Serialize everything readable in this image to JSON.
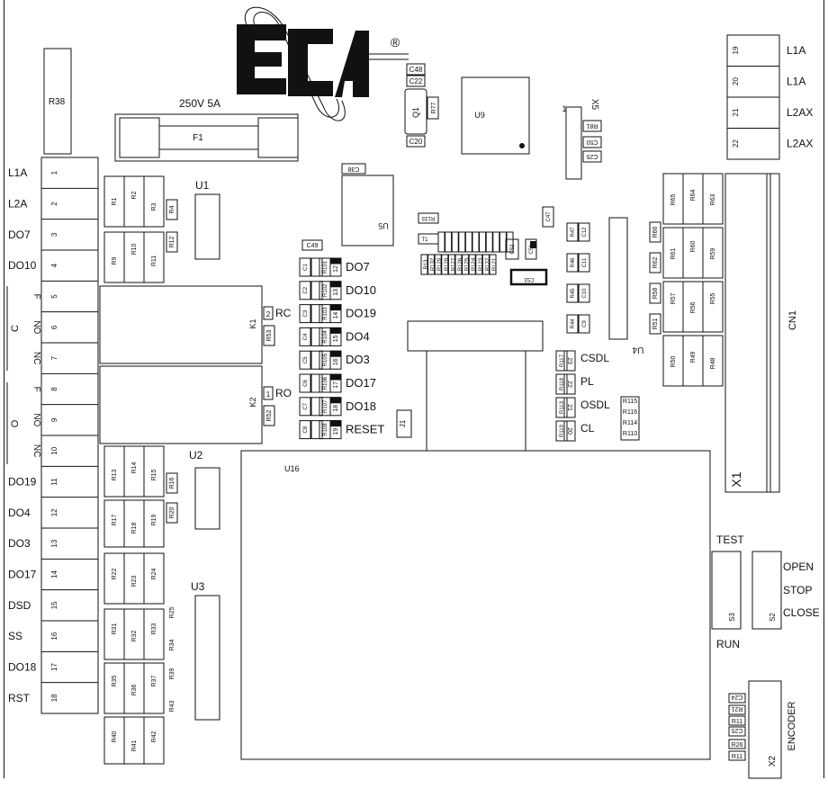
{
  "logo": {
    "text": "ECA",
    "registered": "®"
  },
  "fuse": {
    "label": "250V 5A",
    "ref": "F1"
  },
  "left_terminals": {
    "pins": [
      "1",
      "2",
      "3",
      "4",
      "5",
      "6",
      "7",
      "8",
      "9",
      "10",
      "11",
      "12",
      "13",
      "14",
      "15",
      "16",
      "17",
      "18"
    ],
    "labels": [
      "L1A",
      "L2A",
      "DO7",
      "DO10",
      "DO19",
      "DO4",
      "DO3",
      "DO17",
      "DSD",
      "SS",
      "DO18",
      "RST"
    ],
    "group_c": {
      "name": "C",
      "items": [
        "F",
        "NO",
        "NC"
      ]
    },
    "group_o": {
      "name": "O",
      "items": [
        "F",
        "NO",
        "NC"
      ]
    }
  },
  "top_right_terminals": {
    "pins": [
      "19",
      "20",
      "21",
      "22"
    ],
    "labels": [
      "L1A",
      "L1A",
      "L2AX",
      "L2AX"
    ]
  },
  "leds": [
    "DO7",
    "DO10",
    "DO19",
    "DO4",
    "DO3",
    "DO17",
    "DO18",
    "RESET"
  ],
  "led_refs": [
    "12",
    "13",
    "14",
    "15",
    "16",
    "17",
    "18",
    "19"
  ],
  "relay_labels": [
    "RC",
    "RO"
  ],
  "relay_refs": [
    "K1",
    "K2"
  ],
  "relay_pins": [
    "2",
    "1"
  ],
  "status_leds": [
    "CSDL",
    "PL",
    "OSDL",
    "CL"
  ],
  "status_refs": [
    "23",
    "22",
    "21",
    "20"
  ],
  "switches": {
    "test": "TEST",
    "run": "RUN",
    "open": "OPEN",
    "stop": "STOP",
    "close": "CLOSE",
    "s3": "S3",
    "s2": "S2"
  },
  "connectors": {
    "cn1": "CN1",
    "x1": "X1",
    "x2": "X2",
    "x5": "X5",
    "x5_pin": "1",
    "encoder": "ENCODER",
    "j1": "J1"
  },
  "ics": {
    "u1": "U1",
    "u2": "U2",
    "u3": "U3",
    "u4": "U4",
    "u5": "U5",
    "u9": "U9",
    "u16": "U16",
    "q1": "Q1"
  },
  "components": {
    "r38": "R38",
    "caps_top": [
      "C48",
      "C22",
      "C20",
      "C38",
      "C49"
    ],
    "r77": "R77",
    "x5_parts": [
      "R81",
      "C50",
      "C25"
    ],
    "resistor_bank": [
      "R13",
      "R132",
      "R129",
      "R128",
      "R127",
      "R126",
      "R125",
      "R124",
      "R123",
      "R122",
      "R121"
    ],
    "r133": "R133",
    "t1": "T1",
    "misc": [
      "C52",
      "C51",
      "C53",
      "C47",
      "R47",
      "C12",
      "R46",
      "C11",
      "R45",
      "C10",
      "R44",
      "C9"
    ],
    "left_pack_1": [
      "R1",
      "R2",
      "R3",
      "R4",
      "R9",
      "R10",
      "R11",
      "R12"
    ],
    "left_pack_2": [
      "R13",
      "R14",
      "R15",
      "R16",
      "R17",
      "R18",
      "R19",
      "R20"
    ],
    "left_pack_3": [
      "R22",
      "R23",
      "R24",
      "R25",
      "R31",
      "R32",
      "R33",
      "R34",
      "R35",
      "R36",
      "R37",
      "R39",
      "R43",
      "R40",
      "R41",
      "R42"
    ],
    "relay_side": [
      "R53",
      "R52"
    ],
    "led_caps": [
      "C1",
      "C2",
      "C3",
      "C4",
      "C5",
      "C6",
      "C7",
      "C8"
    ],
    "led_res": [
      "R101",
      "R102",
      "R103",
      "R104",
      "R105",
      "R106",
      "R107",
      "R108"
    ],
    "right_pack": [
      "R65",
      "R64",
      "R63",
      "R61",
      "R60",
      "R59",
      "R57",
      "R56",
      "R55",
      "R50",
      "R49",
      "R48",
      "R66",
      "R62",
      "R58",
      "R51"
    ],
    "status_res": [
      "R117",
      "R118",
      "R113",
      "R119"
    ],
    "x2_parts": [
      "C24",
      "R21",
      "R11",
      "C25",
      "R26",
      "R11"
    ],
    "r11_group": [
      "R115",
      "R116",
      "R114",
      "R110"
    ]
  }
}
